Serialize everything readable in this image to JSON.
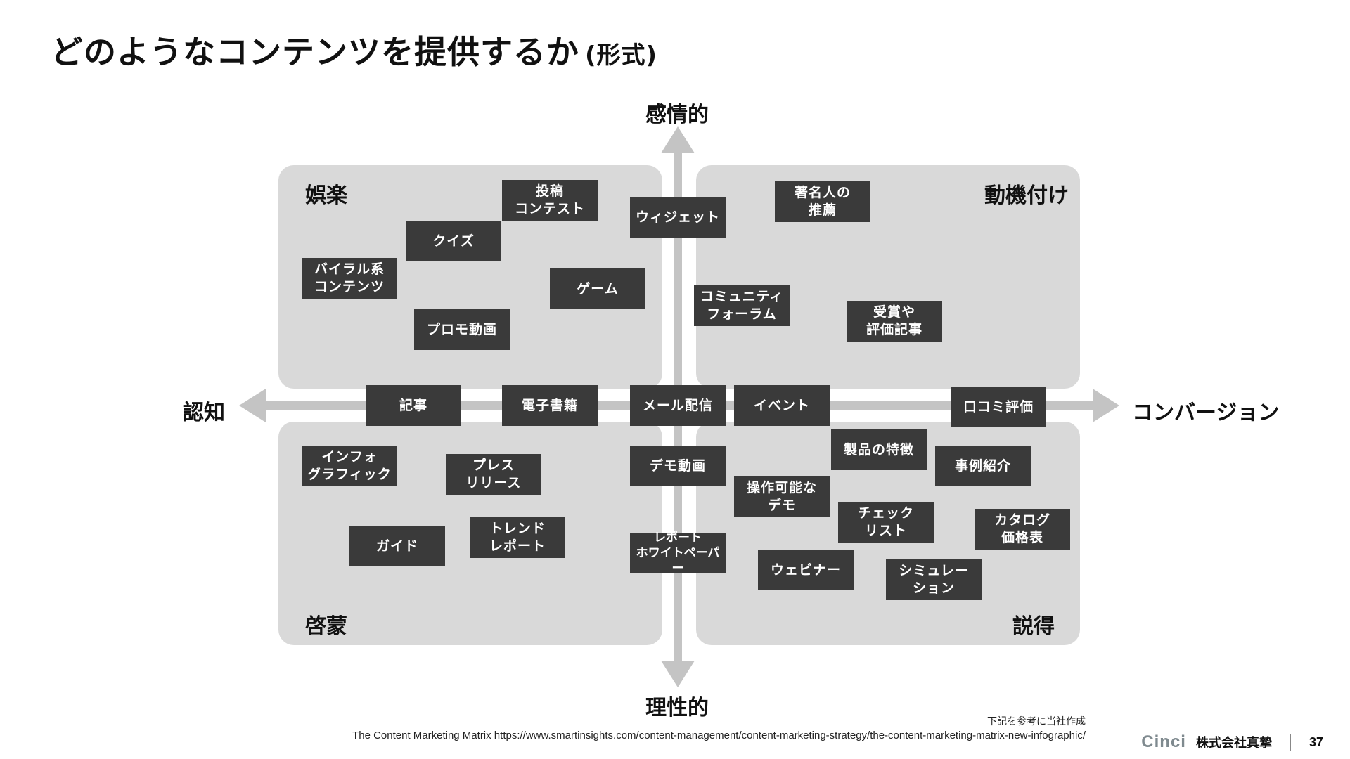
{
  "title": {
    "main": "どのようなコンテンツを提供するか",
    "sub": "(形式)"
  },
  "axes": {
    "top": "感情的",
    "bottom": "理性的",
    "left": "認知",
    "right": "コンバージョン"
  },
  "quadrants": {
    "top_left": "娯楽",
    "top_right": "動機付け",
    "bottom_left": "啓蒙",
    "bottom_right": "説得"
  },
  "items": {
    "toukou_contest": "投稿\nコンテスト",
    "quiz": "クイズ",
    "viral_contents": "バイラル系\nコンテンツ",
    "game": "ゲーム",
    "promo_video": "プロモ動画",
    "widget": "ウィジェット",
    "celebrity_endorsement": "著名人の\n推薦",
    "community_forum": "コミュニティ\nフォーラム",
    "awards_reviews": "受賞や\n評価記事",
    "article": "記事",
    "ebook": "電子書籍",
    "email_newsletter": "メール配信",
    "event": "イベント",
    "word_of_mouth": "口コミ評価",
    "infographic": "インフォ\nグラフィック",
    "press_release": "プレス\nリリース",
    "guide": "ガイド",
    "trend_report": "トレンド\nレポート",
    "demo_video": "デモ動画",
    "report_whitepaper": "レポート\nホワイトペーパー",
    "product_features": "製品の特徴",
    "case_studies": "事例紹介",
    "interactive_demo": "操作可能な\nデモ",
    "checklist": "チェック\nリスト",
    "catalog_pricelist": "カタログ\n価格表",
    "webinar": "ウェビナー",
    "simulation": "シミュレー\nション"
  },
  "source": {
    "note": "下記を参考に当社作成",
    "citation": "The Content Marketing Matrix https://www.smartinsights.com/content-management/content-marketing-strategy/the-content-marketing-matrix-new-infographic/"
  },
  "footer": {
    "logo": "Cinci",
    "company": "株式会社真摯",
    "page": "37"
  },
  "colors": {
    "quadrant_bg": "#d9d9d9",
    "arrow": "#c4c4c4",
    "tag_bg": "#3a3a3a",
    "tag_text": "#ffffff"
  }
}
